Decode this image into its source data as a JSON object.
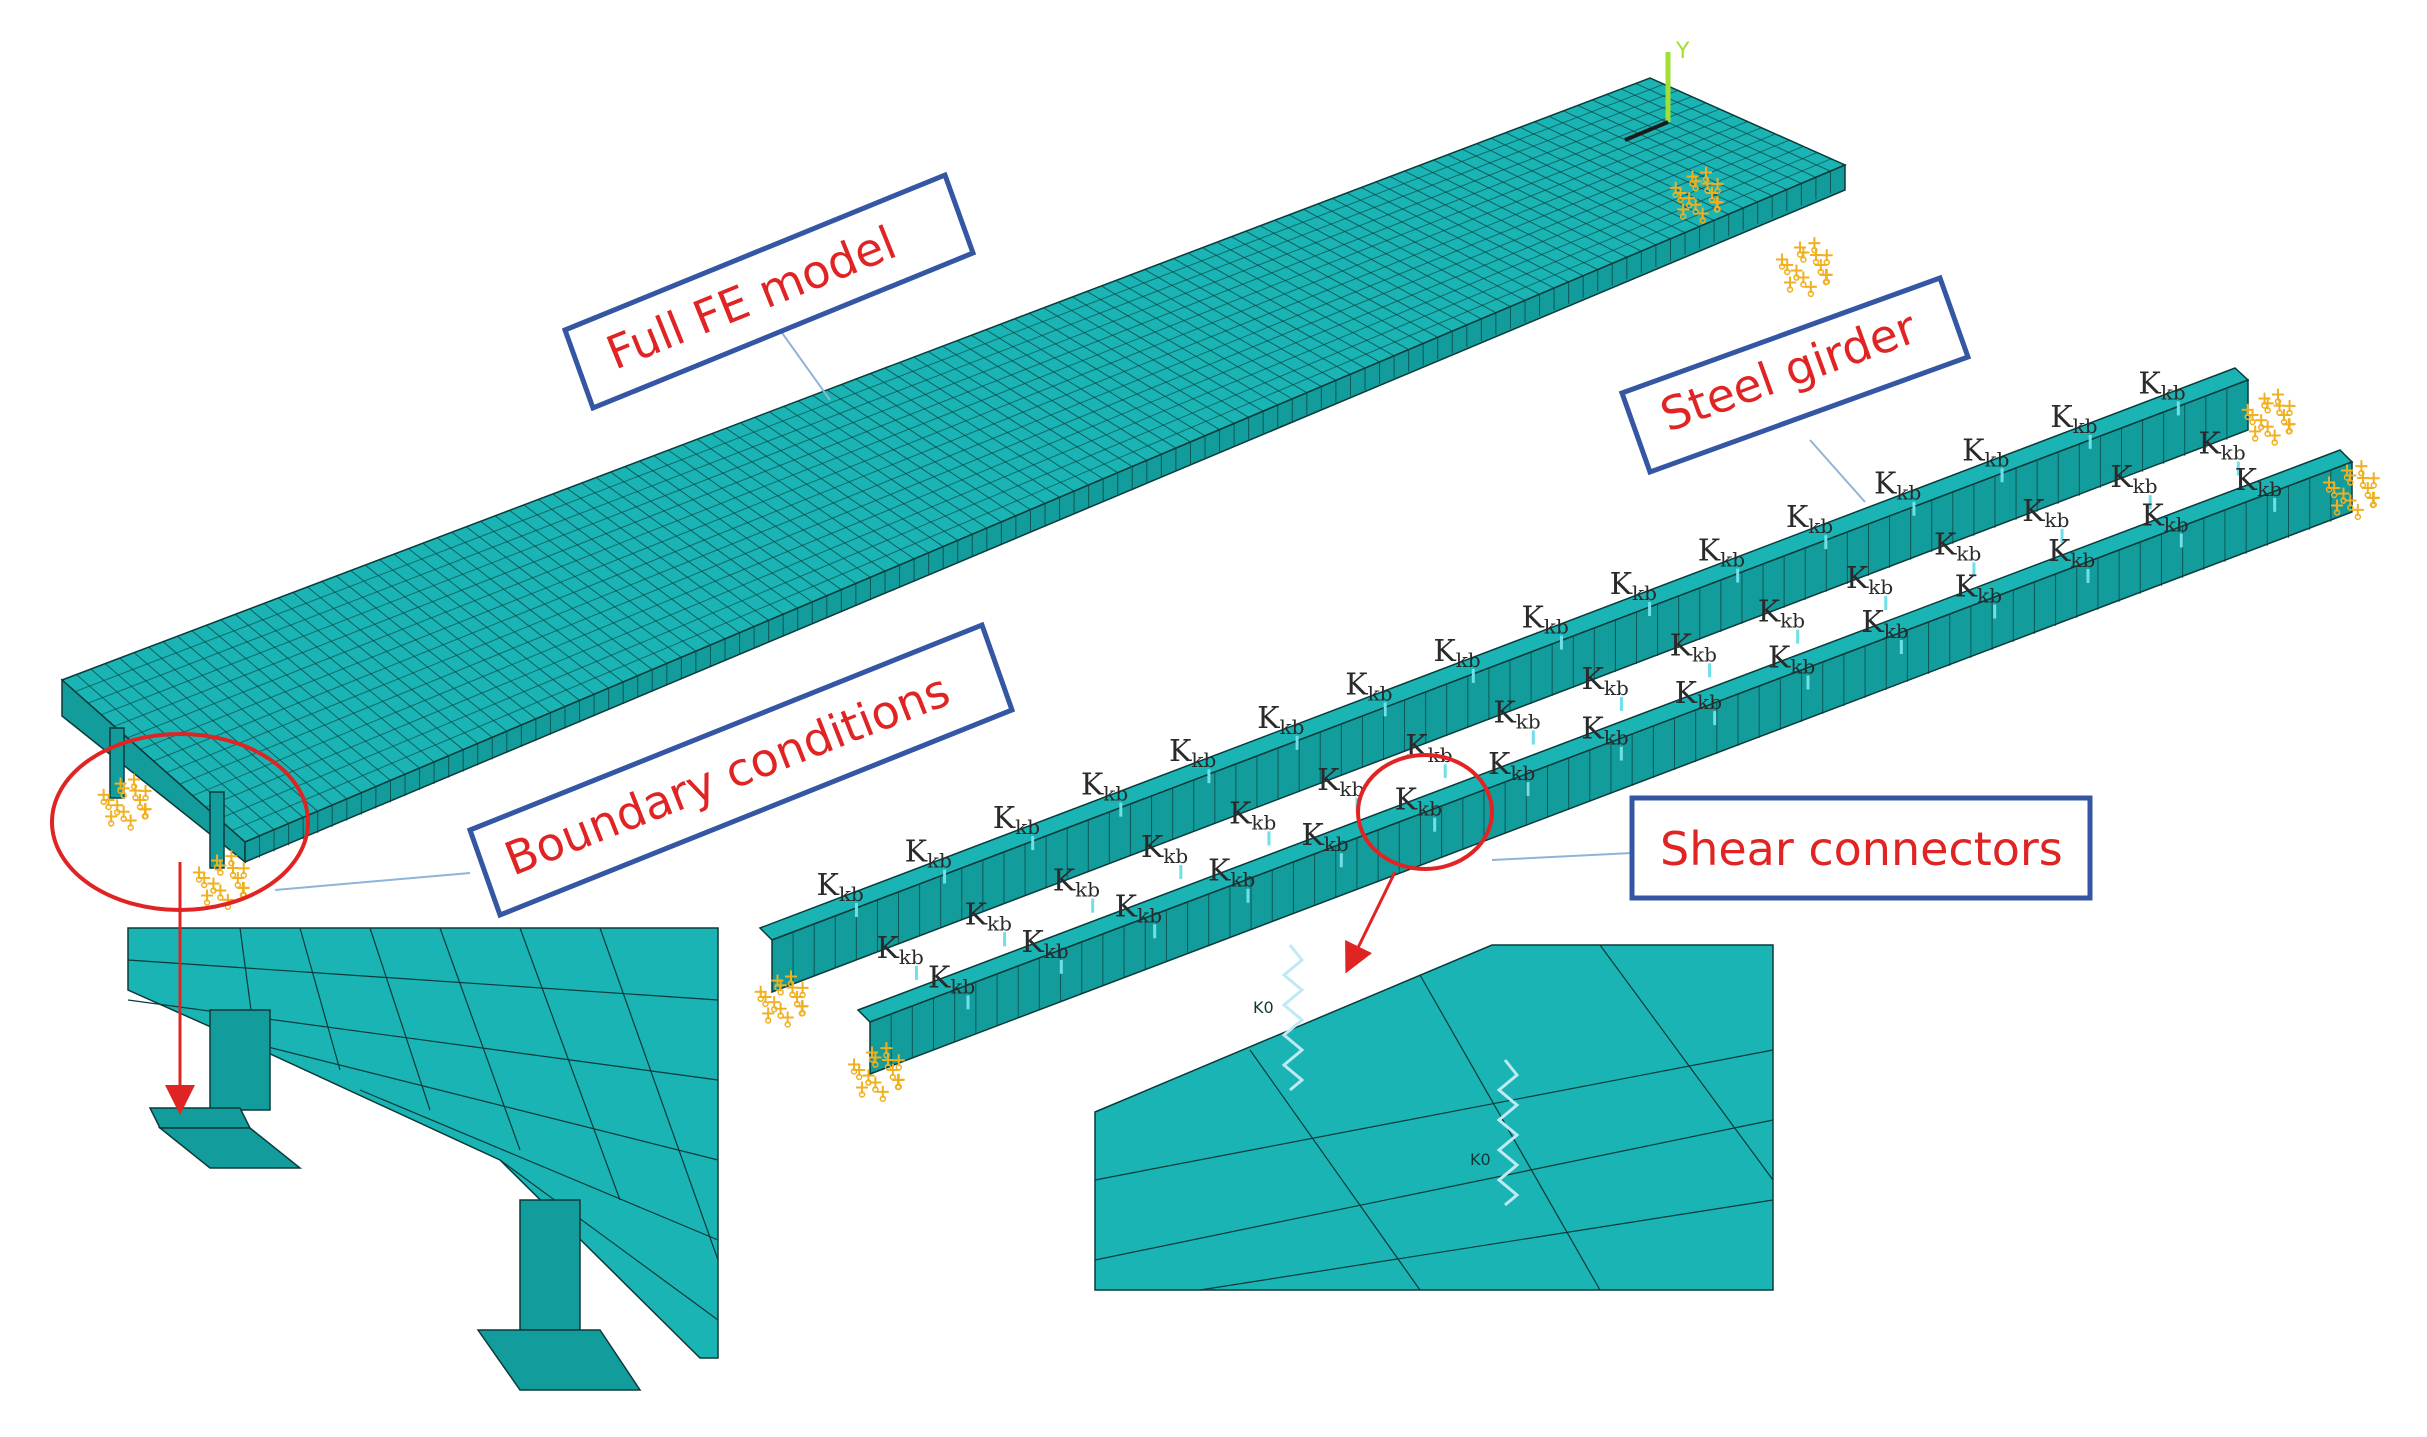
{
  "colors": {
    "mesh_fill": "#1ab4b4",
    "mesh_side": "#139c9c",
    "mesh_line": "#0b3a3a",
    "callout_border": "#3557a3",
    "callout_text": "#e02424",
    "highlight_circle": "#e02424",
    "support_symbol": "#f0b020",
    "leader_line": "#8fb4d8",
    "axis_y": "#9fe030",
    "axis_x": "#1a1a1a"
  },
  "labels": {
    "full_fe_model": "Full FE model",
    "boundary_conditions": "Boundary conditions",
    "steel_girder": "Steel girder",
    "shear_connectors": "Shear connectors"
  },
  "annotations": {
    "axis_y": "Y",
    "spring_symbol": "K",
    "spring_subscript": "kb",
    "spring_small_label": "K0"
  },
  "icons": {
    "support": "support-symbol-icon",
    "axis": "coordinate-axis-icon"
  }
}
